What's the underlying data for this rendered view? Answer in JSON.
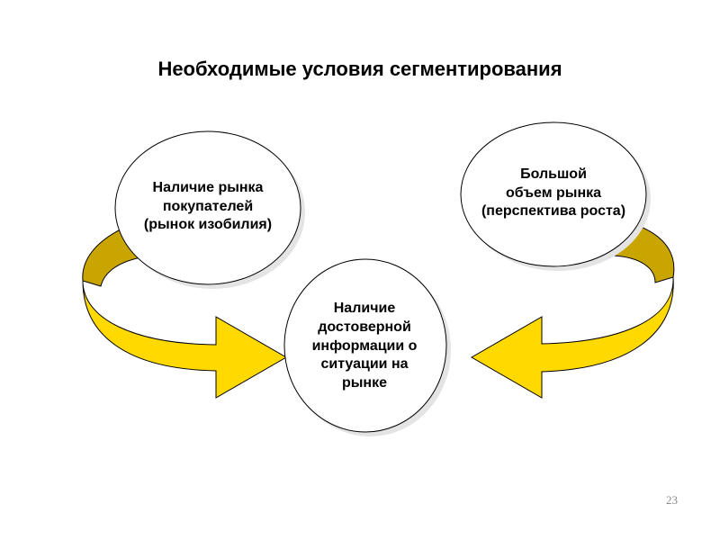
{
  "title": "Необходимые условия сегментирования",
  "nodes": {
    "left": "Наличие рынка\nпокупателей\n(рынок изобилия)",
    "right": "Большой\nобъем рынка\n(перспектива роста)",
    "center": "Наличие\nдостоверной\nинформации о\nситуации на\nрынке"
  },
  "page_number": "23",
  "colors": {
    "arrow_fill": "#FFD900",
    "arrow_side": "#C8A500",
    "circle_fill": "#FFFFFF",
    "circle_shadow": "#E4E4E4",
    "outline": "#000000"
  }
}
